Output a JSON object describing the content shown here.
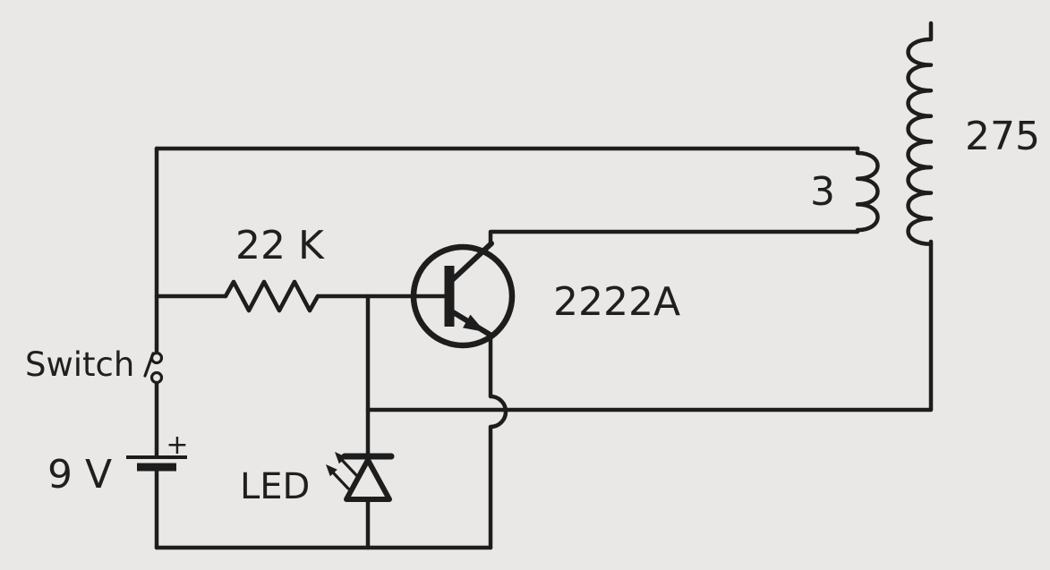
{
  "colors": {
    "background": "#e9e8e6",
    "ink": "#1d1d1d"
  },
  "components": {
    "switch": {
      "label": "Switch"
    },
    "battery": {
      "label": "9 V",
      "polarity_mark": "+"
    },
    "resistor": {
      "label": "22 K"
    },
    "led": {
      "label": "LED"
    },
    "transistor": {
      "label": "2222A"
    },
    "transformer": {
      "primary_turns_label": "3",
      "secondary_turns_label": "275"
    }
  }
}
